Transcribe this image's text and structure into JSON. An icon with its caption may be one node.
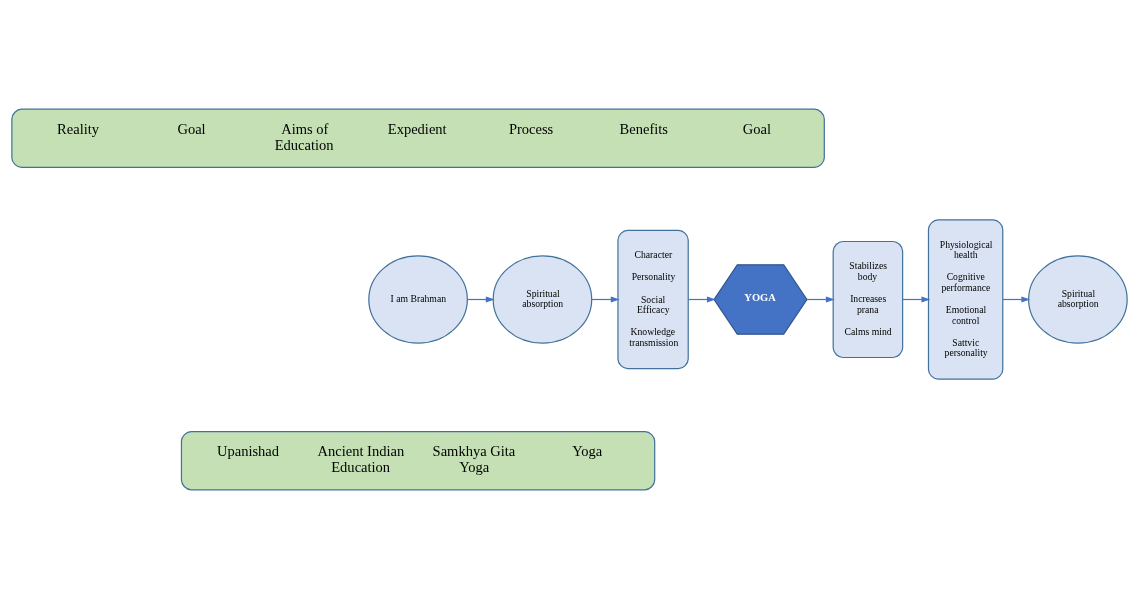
{
  "diagram": {
    "nodes": [
      {
        "text": [
          "Reality",
          "Goal",
          "Aims of Education",
          "Expedient",
          "Process",
          "Benefits",
          "Goal"
        ]
      },
      {
        "text": [
          "Upanishad",
          "Ancient Indian Education",
          "Samkhya Gita Yoga",
          "Yoga"
        ]
      },
      {
        "text": [
          "I am Brahman"
        ]
      },
      {
        "text": [
          "Spiritual absorption"
        ]
      },
      {
        "text": [
          "Character",
          "Personality",
          "Social Efficacy",
          "Knowledge transmission"
        ]
      },
      {
        "text": [
          "YOGA"
        ]
      },
      {
        "text": [
          "Stabilizes body",
          "Increases prana",
          "Calms mind"
        ]
      },
      {
        "text": [
          "Physiological health",
          "Cognitive performance",
          "Emotional control",
          "Sattvic personality"
        ]
      },
      {
        "text": [
          "Spiritual absorption"
        ]
      }
    ],
    "edges": [
      {
        "from": 2,
        "to": 3,
        "arrow": "to"
      },
      {
        "from": 3,
        "to": 4,
        "arrow": "to"
      },
      {
        "from": 4,
        "to": 5,
        "arrow": "to"
      },
      {
        "from": 5,
        "to": 6,
        "arrow": "to"
      },
      {
        "from": 6,
        "to": 7,
        "arrow": "to"
      },
      {
        "from": 7,
        "to": 8,
        "arrow": "to"
      }
    ]
  }
}
